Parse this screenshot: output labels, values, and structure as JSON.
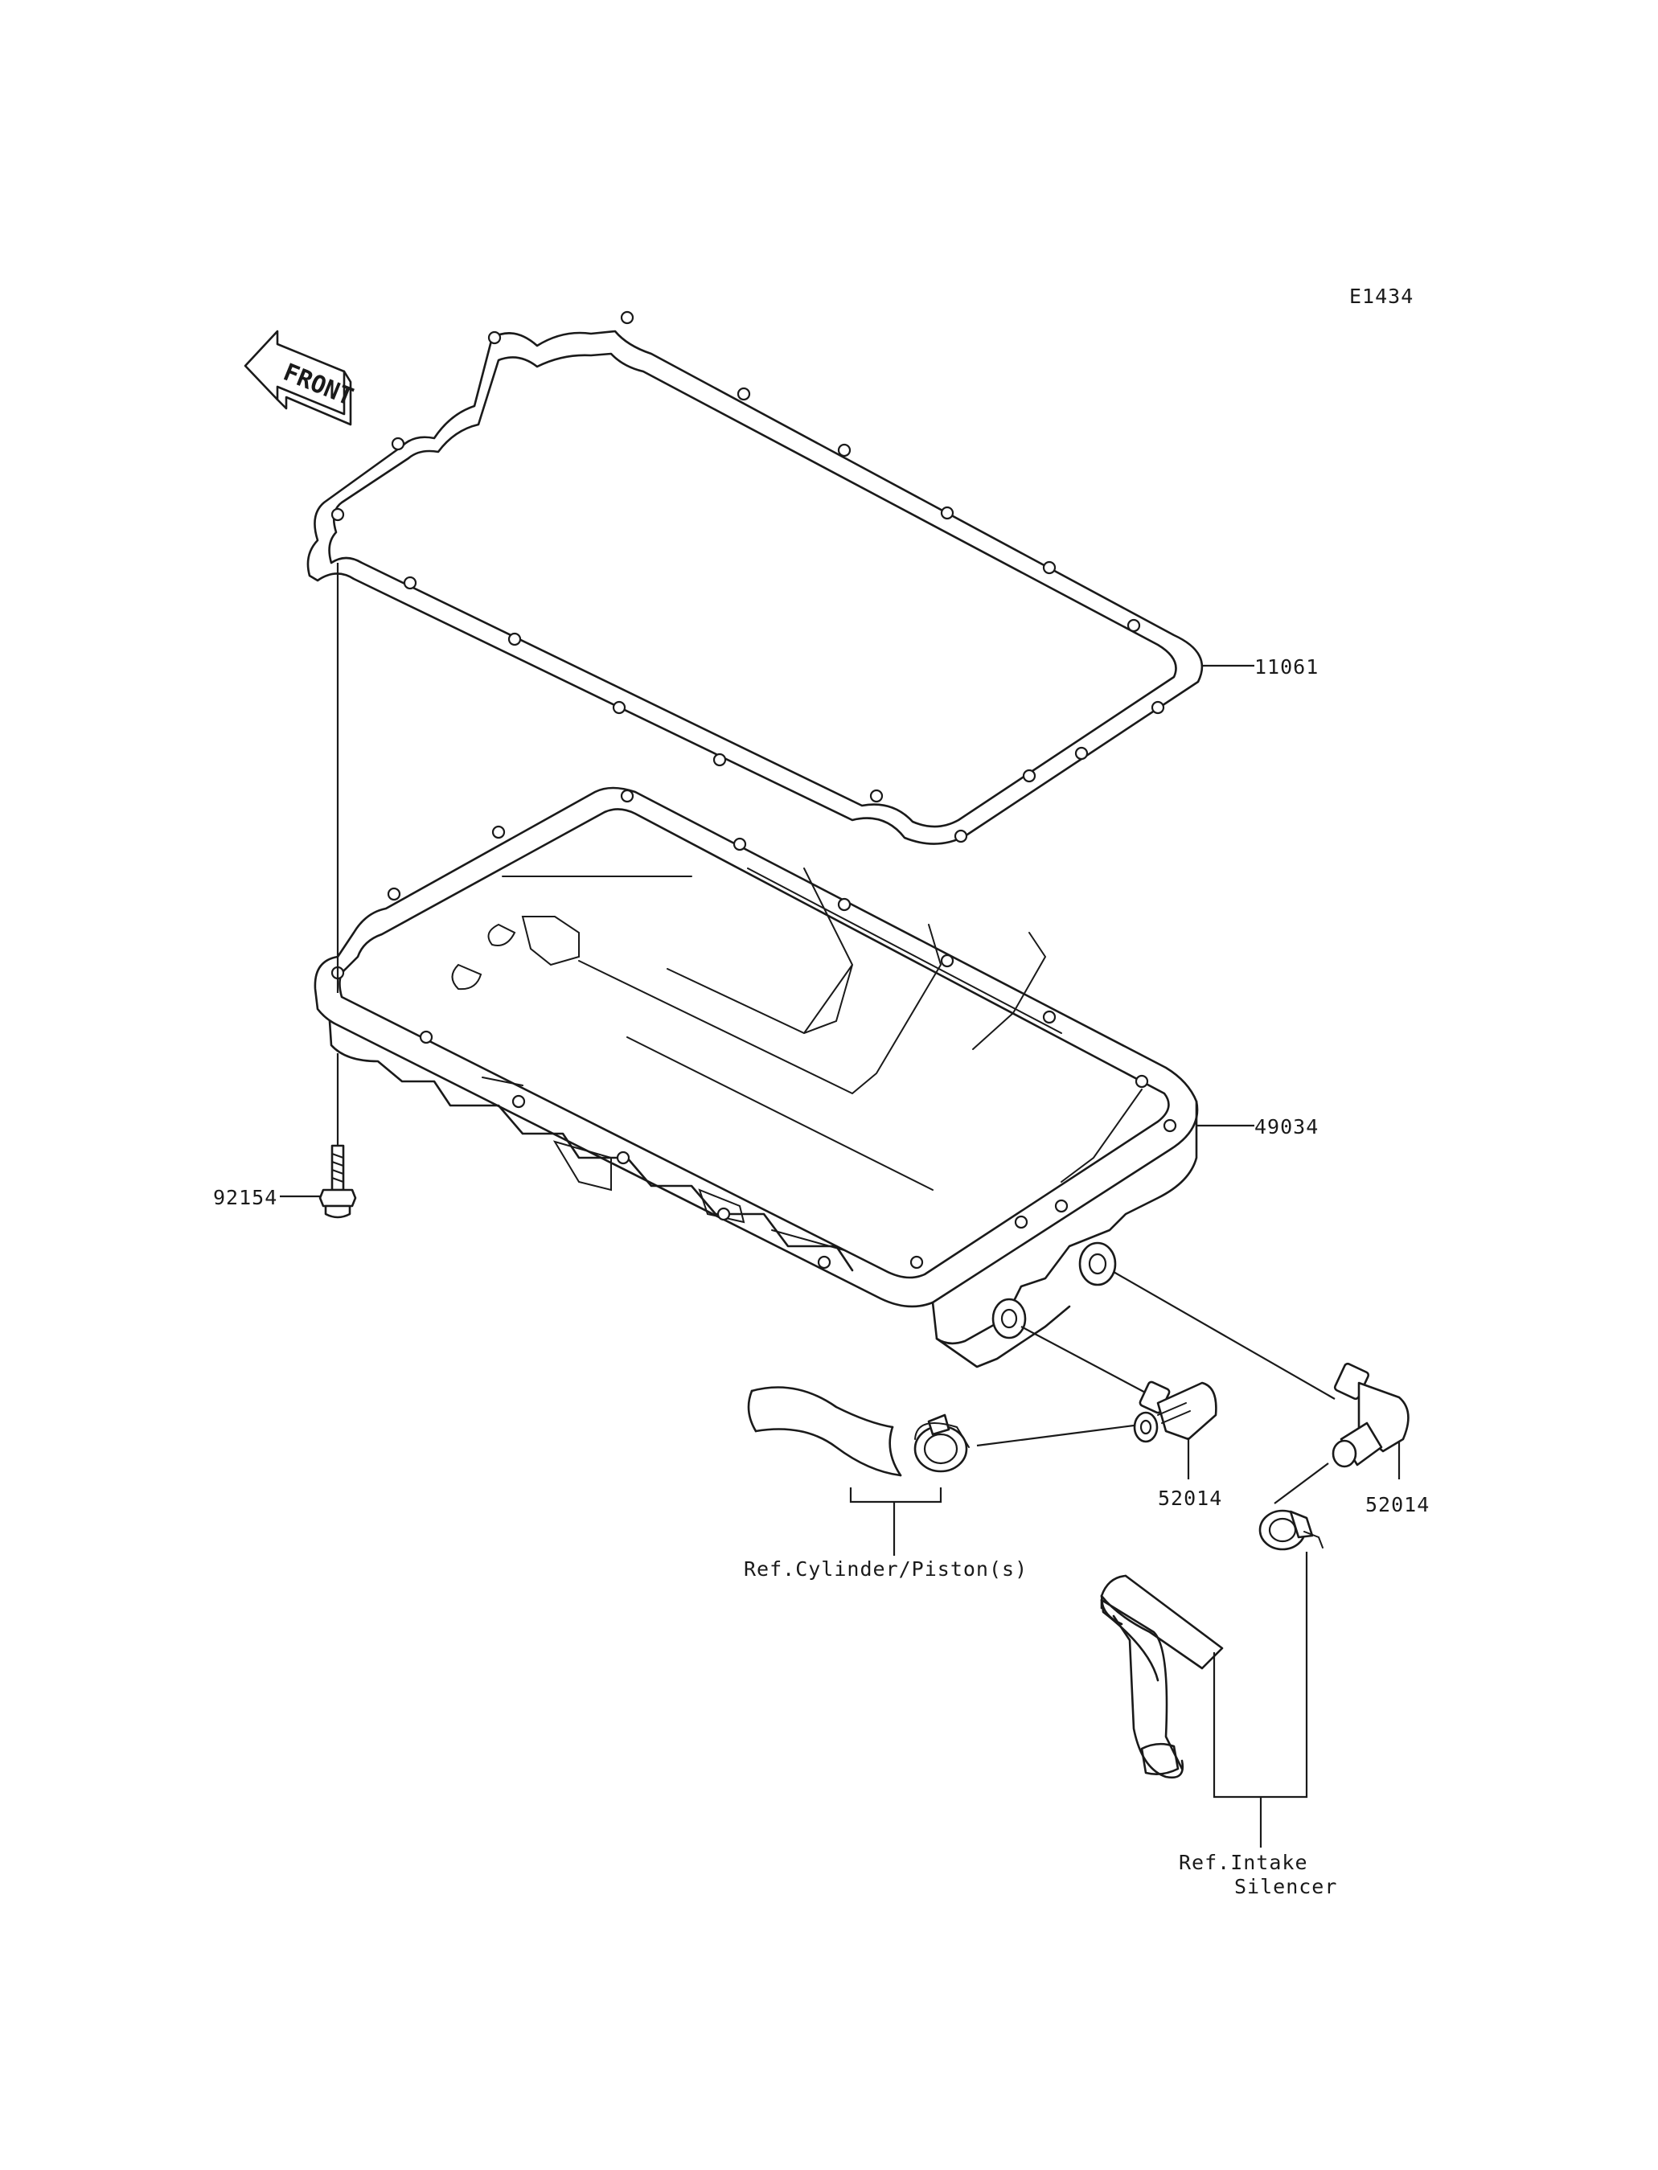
{
  "diagram_code": "E1434",
  "front_arrow": {
    "text": "FRONT",
    "icon": "front-arrow-icon"
  },
  "parts": [
    {
      "id": "gasket",
      "number": "11061"
    },
    {
      "id": "oil-pan",
      "number": "49034"
    },
    {
      "id": "bolt",
      "number": "92154"
    },
    {
      "id": "fitting-left",
      "number": "52014"
    },
    {
      "id": "fitting-right",
      "number": "52014"
    }
  ],
  "references": {
    "cylinder": "Ref.Cylinder/Piston(s)",
    "intake_line1": "Ref.Intake",
    "intake_line2": "Silencer"
  }
}
